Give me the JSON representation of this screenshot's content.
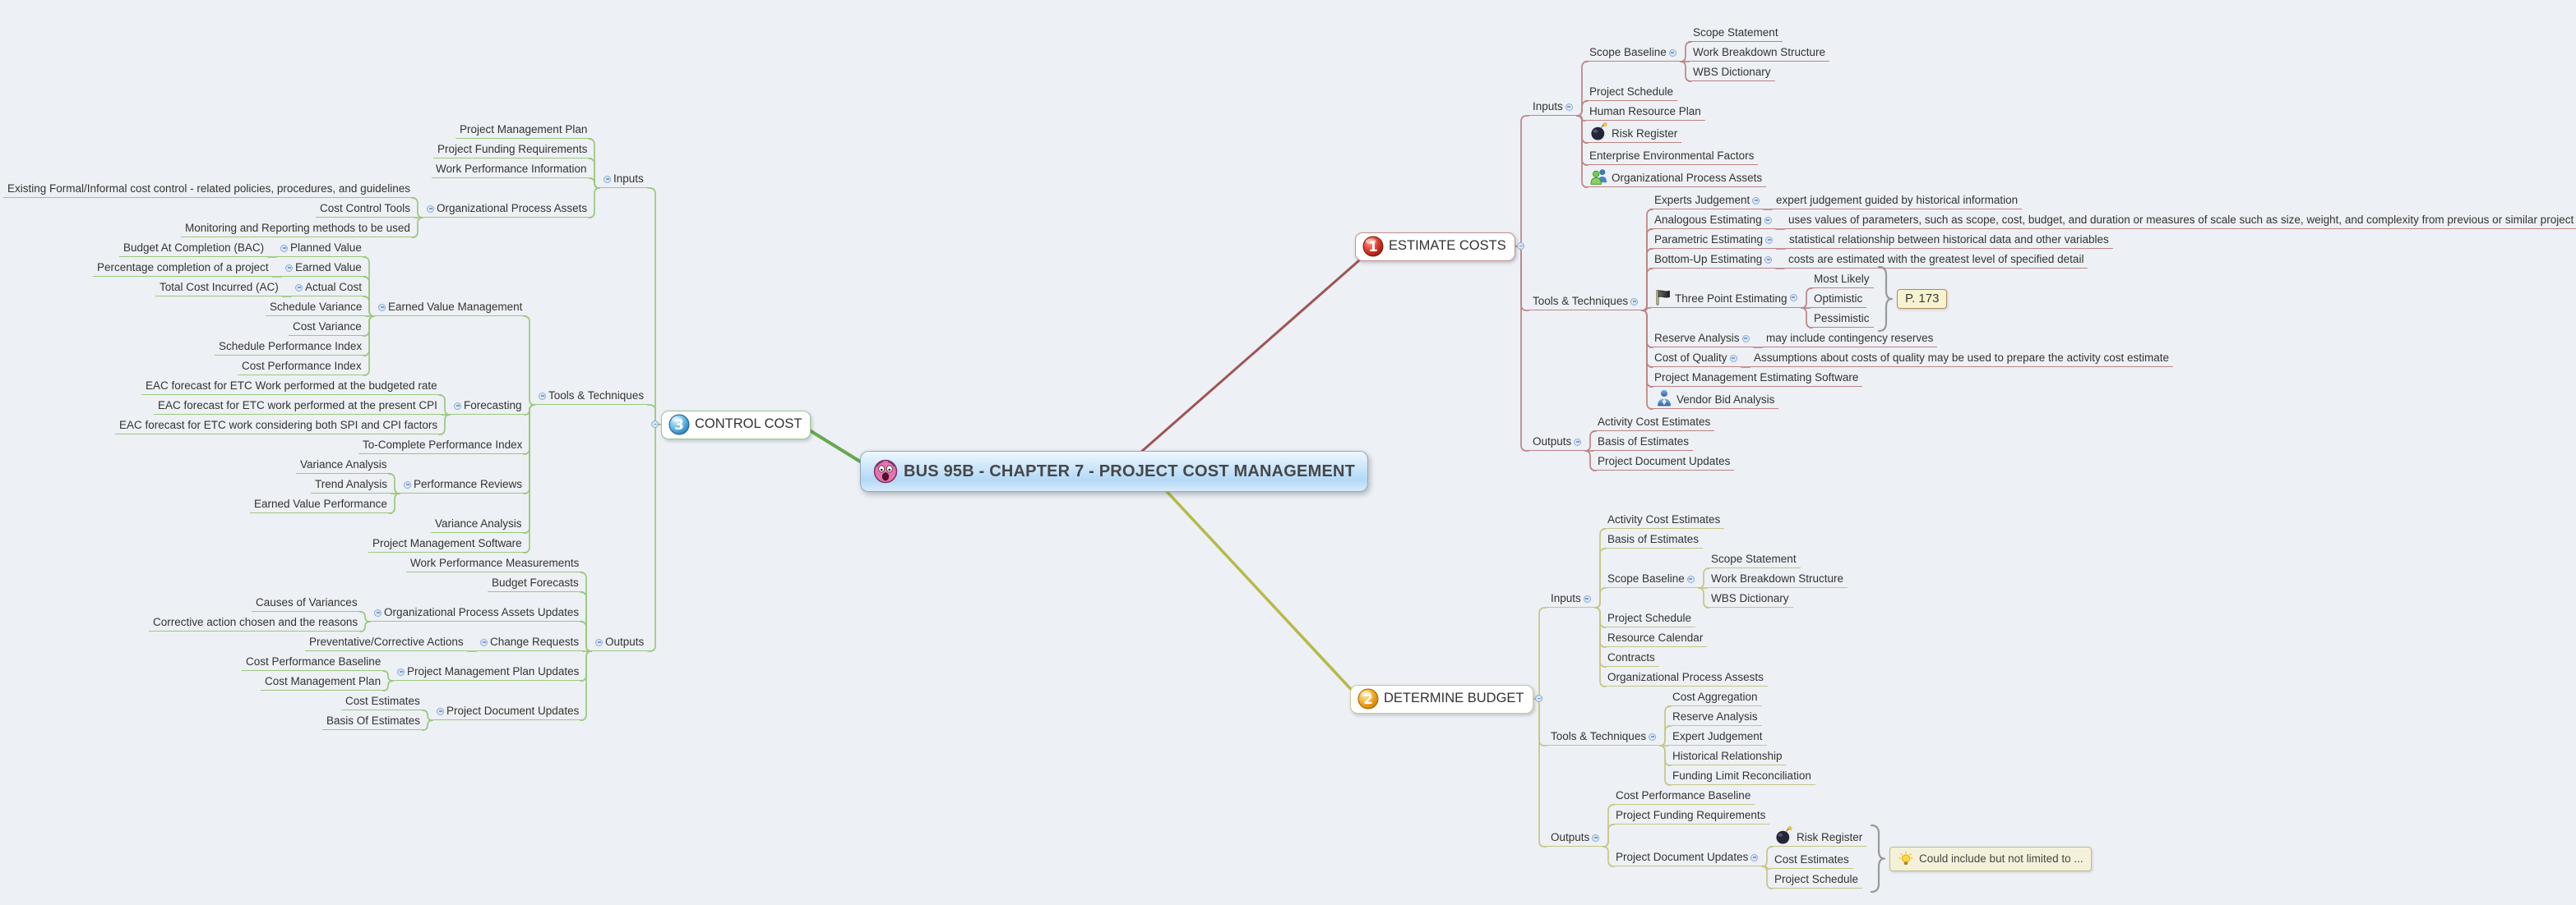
{
  "canvas": {
    "background": "#edf0f4",
    "brace_color": "#9a9a9a"
  },
  "root": {
    "label": "BUS 95B - CHAPTER 7 - PROJECT COST MANAGEMENT",
    "icon": "shocked-face-icon",
    "colors": {
      "fill_top": "#eef7fe",
      "fill_bottom": "#b4d9f5",
      "border": "#93a9bc"
    }
  },
  "branches": [
    {
      "id": "estimate-costs",
      "label": "ESTIMATE COSTS",
      "icon": "badge-1-icon",
      "side": "right",
      "colors": {
        "edge": "#9e5454",
        "line": "#bd8484",
        "border": "#c49090"
      },
      "children": [
        {
          "label": "Inputs",
          "children": [
            {
              "label": "Scope Baseline",
              "children": [
                {
                  "label": "Scope Statement"
                },
                {
                  "label": "Work Breakdown Structure"
                },
                {
                  "label": "WBS Dictionary"
                }
              ]
            },
            {
              "label": "Project Schedule"
            },
            {
              "label": "Human Resource Plan"
            },
            {
              "label": "Risk Register",
              "icon": "bomb-icon"
            },
            {
              "label": "Enterprise Environmental Factors"
            },
            {
              "label": "Organizational Process Assets",
              "icon": "group-icon"
            }
          ]
        },
        {
          "label": "Tools & Techniques",
          "children": [
            {
              "label": "Experts Judgement",
              "children": [
                {
                  "label": "expert judgement guided by historical information"
                }
              ]
            },
            {
              "label": "Analogous Estimating",
              "children": [
                {
                  "label": "uses values of parameters, such as scope, cost, budget, and duration or measures of scale such as size, weight, and complexity from previous or similar project"
                }
              ]
            },
            {
              "label": "Parametric Estimating",
              "children": [
                {
                  "label": "statistical relationship between historical data and other variables"
                }
              ]
            },
            {
              "label": "Bottom-Up Estimating",
              "children": [
                {
                  "label": "costs are estimated with the greatest level of specified detail"
                }
              ]
            },
            {
              "label": "Three Point Estimating",
              "icon": "flag-icon",
              "brace": {
                "label": "P. 173",
                "style": "page"
              },
              "children": [
                {
                  "label": "Most Likely"
                },
                {
                  "label": "Optimistic"
                },
                {
                  "label": "Pessimistic"
                }
              ]
            },
            {
              "label": "Reserve Analysis",
              "children": [
                {
                  "label": "may include contingency reserves"
                }
              ]
            },
            {
              "label": "Cost of Quality",
              "children": [
                {
                  "label": "Assumptions about costs of quality may be used to prepare the activity cost estimate"
                }
              ]
            },
            {
              "label": "Project Management Estimating Software"
            },
            {
              "label": "Vendor Bid Analysis",
              "icon": "person-icon"
            }
          ]
        },
        {
          "label": "Outputs",
          "children": [
            {
              "label": "Activity Cost Estimates"
            },
            {
              "label": "Basis of Estimates"
            },
            {
              "label": "Project Document Updates"
            }
          ]
        }
      ]
    },
    {
      "id": "determine-budget",
      "label": "DETERMINE BUDGET",
      "icon": "badge-2-icon",
      "side": "right",
      "colors": {
        "edge": "#b6ba48",
        "line": "#c6c687",
        "border": "#caca92"
      },
      "children": [
        {
          "label": "Inputs",
          "children": [
            {
              "label": "Activity Cost Estimates"
            },
            {
              "label": "Basis of Estimates"
            },
            {
              "label": "Scope Baseline",
              "children": [
                {
                  "label": "Scope Statement"
                },
                {
                  "label": "Work Breakdown Structure"
                },
                {
                  "label": "WBS Dictionary"
                }
              ]
            },
            {
              "label": "Project Schedule"
            },
            {
              "label": "Resource Calendar"
            },
            {
              "label": "Contracts"
            },
            {
              "label": "Organizational Process Assests"
            }
          ]
        },
        {
          "label": "Tools & Techniques",
          "children": [
            {
              "label": "Cost Aggregation"
            },
            {
              "label": "Reserve Analysis"
            },
            {
              "label": "Expert Judgement"
            },
            {
              "label": "Historical Relationship"
            },
            {
              "label": "Funding Limit Reconciliation"
            }
          ]
        },
        {
          "label": "Outputs",
          "children": [
            {
              "label": "Cost Performance Baseline"
            },
            {
              "label": "Project Funding Requirements"
            },
            {
              "label": "Project Document Updates",
              "brace": {
                "label": "Could include but not limited to ...",
                "style": "note",
                "icon": "lightbulb-icon"
              },
              "children": [
                {
                  "label": "Risk Register",
                  "icon": "bomb-icon"
                },
                {
                  "label": "Cost Estimates"
                },
                {
                  "label": "Project Schedule"
                }
              ]
            }
          ]
        }
      ]
    },
    {
      "id": "control-cost",
      "label": "CONTROL COST",
      "icon": "badge-3-icon",
      "side": "left",
      "colors": {
        "edge": "#66a84e",
        "line": "#9cc87e",
        "border": "#99ca90"
      },
      "children": [
        {
          "label": "Inputs",
          "children": [
            {
              "label": "Project Management Plan"
            },
            {
              "label": "Project Funding Requirements"
            },
            {
              "label": "Work Performance Information"
            },
            {
              "label": "Organizational Process Assets",
              "children": [
                {
                  "label": "Existing Formal/Informal cost control - related policies, procedures, and guidelines"
                },
                {
                  "label": "Cost Control Tools"
                },
                {
                  "label": "Monitoring and Reporting methods to be used"
                }
              ]
            }
          ]
        },
        {
          "label": "Tools & Techniques",
          "children": [
            {
              "label": "Earned Value Management",
              "children": [
                {
                  "label": "Planned Value",
                  "children": [
                    {
                      "label": "Budget At Completion (BAC)"
                    }
                  ]
                },
                {
                  "label": "Earned Value",
                  "children": [
                    {
                      "label": "Percentage completion of a project"
                    }
                  ]
                },
                {
                  "label": "Actual Cost",
                  "children": [
                    {
                      "label": "Total Cost Incurred (AC)"
                    }
                  ]
                },
                {
                  "label": "Schedule Variance"
                },
                {
                  "label": "Cost Variance"
                },
                {
                  "label": "Schedule Performance Index"
                },
                {
                  "label": "Cost Performance Index"
                }
              ]
            },
            {
              "label": "Forecasting",
              "children": [
                {
                  "label": "EAC forecast for ETC Work performed at the budgeted rate"
                },
                {
                  "label": "EAC forecast for ETC work performed at the present CPI"
                },
                {
                  "label": "EAC forecast for ETC work considering both SPI and CPI factors"
                }
              ]
            },
            {
              "label": "To-Complete Performance Index"
            },
            {
              "label": "Performance Reviews",
              "children": [
                {
                  "label": "Variance Analysis"
                },
                {
                  "label": "Trend Analysis"
                },
                {
                  "label": "Earned Value Performance"
                }
              ]
            },
            {
              "label": "Variance Analysis"
            },
            {
              "label": "Project Management Software"
            }
          ]
        },
        {
          "label": "Outputs",
          "children": [
            {
              "label": "Work Performance Measurements"
            },
            {
              "label": "Budget Forecasts"
            },
            {
              "label": "Organizational Process Assets Updates",
              "children": [
                {
                  "label": "Causes of Variances"
                },
                {
                  "label": "Corrective action chosen and the reasons"
                }
              ]
            },
            {
              "label": "Change Requests",
              "children": [
                {
                  "label": "Preventative/Corrective Actions"
                }
              ]
            },
            {
              "label": "Project Management Plan Updates",
              "children": [
                {
                  "label": "Cost Performance Baseline"
                },
                {
                  "label": "Cost Management Plan"
                }
              ]
            },
            {
              "label": "Project Document Updates",
              "children": [
                {
                  "label": "Cost Estimates"
                },
                {
                  "label": "Basis Of Estimates"
                }
              ]
            }
          ]
        }
      ]
    }
  ]
}
